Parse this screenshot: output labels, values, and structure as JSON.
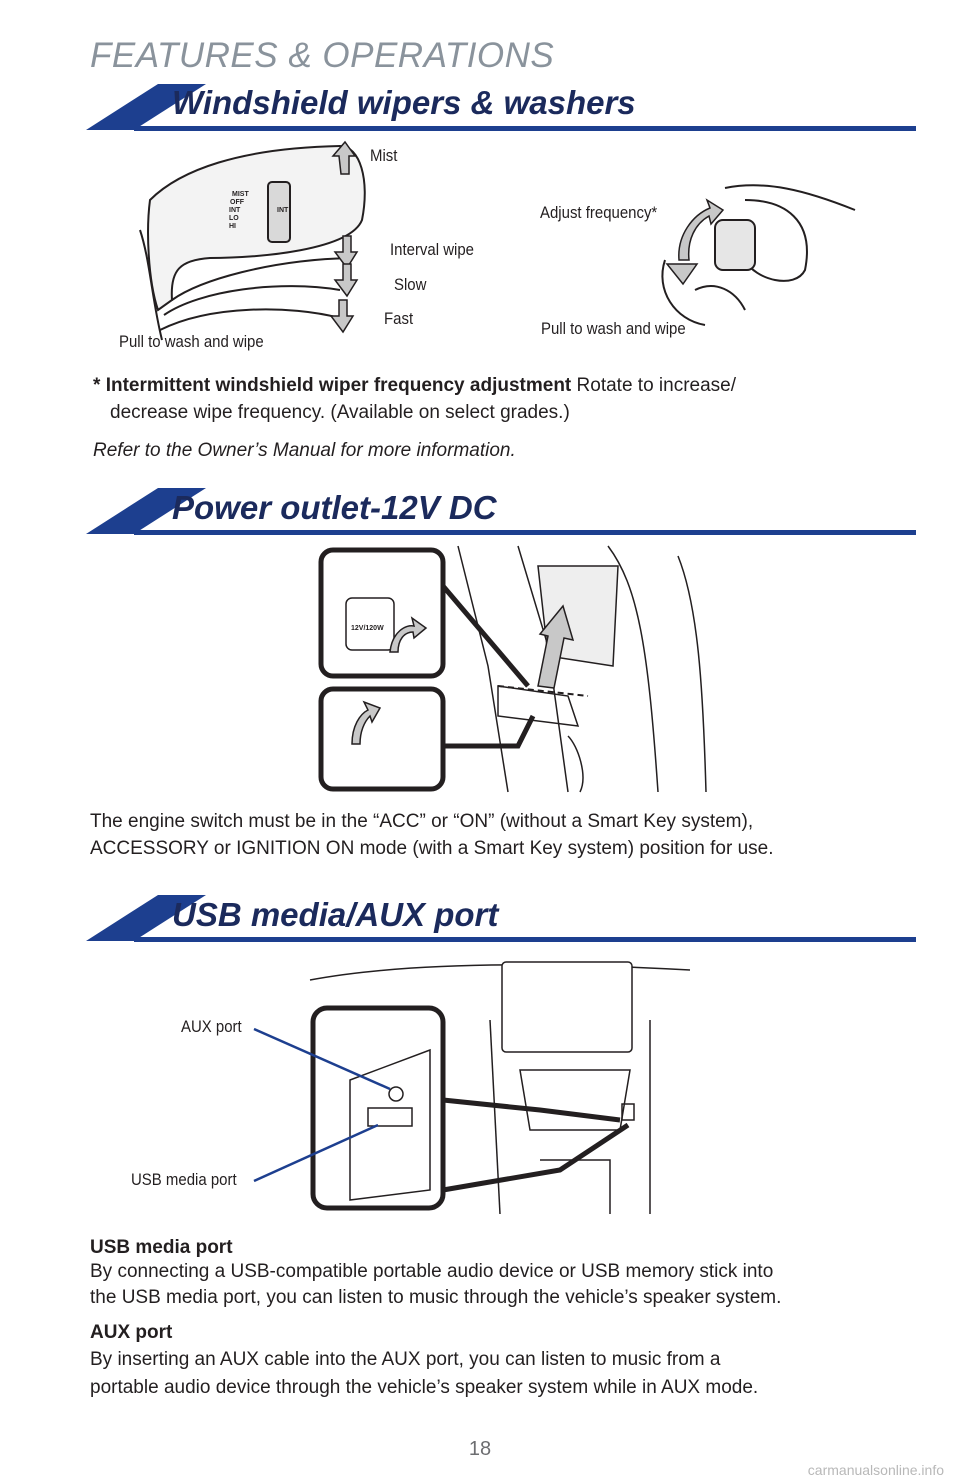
{
  "header": {
    "title": "FEATURES & OPERATIONS"
  },
  "sections": {
    "wipers": {
      "title": "Windshield wipers & washers",
      "stalk_callouts": {
        "mist": "Mist",
        "interval": "Interval wipe",
        "slow": "Slow",
        "fast": "Fast",
        "pull_left": "Pull to wash and wipe"
      },
      "stalk_markings": {
        "mist": "MIST",
        "off": "OFF",
        "int": "INT",
        "lo": "LO",
        "hi": "HI",
        "int_ring": "INT"
      },
      "knob_callouts": {
        "adjust": "Adjust frequency*",
        "pull_right": "Pull to wash and wipe"
      },
      "note_star": "* ",
      "note_bold": "Intermittent windshield wiper frequency adjustment",
      "note_rest": " Rotate to increase/",
      "note_line2": "decrease wipe frequency. (Available on select grades.)",
      "reference": "Refer to the Owner’s Manual for more information."
    },
    "power": {
      "title": "Power outlet-12V DC",
      "socket_label": "12V/120W",
      "description_line1": "The engine switch must be in the “ACC” or “ON” (without a Smart Key system),",
      "description_line2": "ACCESSORY or IGNITION ON mode (with a Smart Key system) position for use."
    },
    "usb": {
      "title": "USB media/AUX port",
      "callouts": {
        "aux": "AUX port",
        "usb": "USB media port"
      },
      "usb_heading": "USB media port",
      "usb_text_line1": "By connecting a USB-compatible portable audio device or USB memory stick into",
      "usb_text_line2": "the USB media port, you can listen to music through the vehicle’s speaker system.",
      "aux_heading": "AUX port",
      "aux_text_line1": "By inserting an AUX cable into the AUX port, you can listen to music from a",
      "aux_text_line2": "portable audio device through the vehicle’s speaker system while in AUX mode."
    }
  },
  "footer": {
    "page_number": "18",
    "watermark": "carmanualsonline.info"
  },
  "colors": {
    "navy": "#1b2a5c",
    "rule_blue": "#1d3f8f",
    "header_gray": "#8a939c",
    "arrow_gray": "#c8c8c8"
  }
}
